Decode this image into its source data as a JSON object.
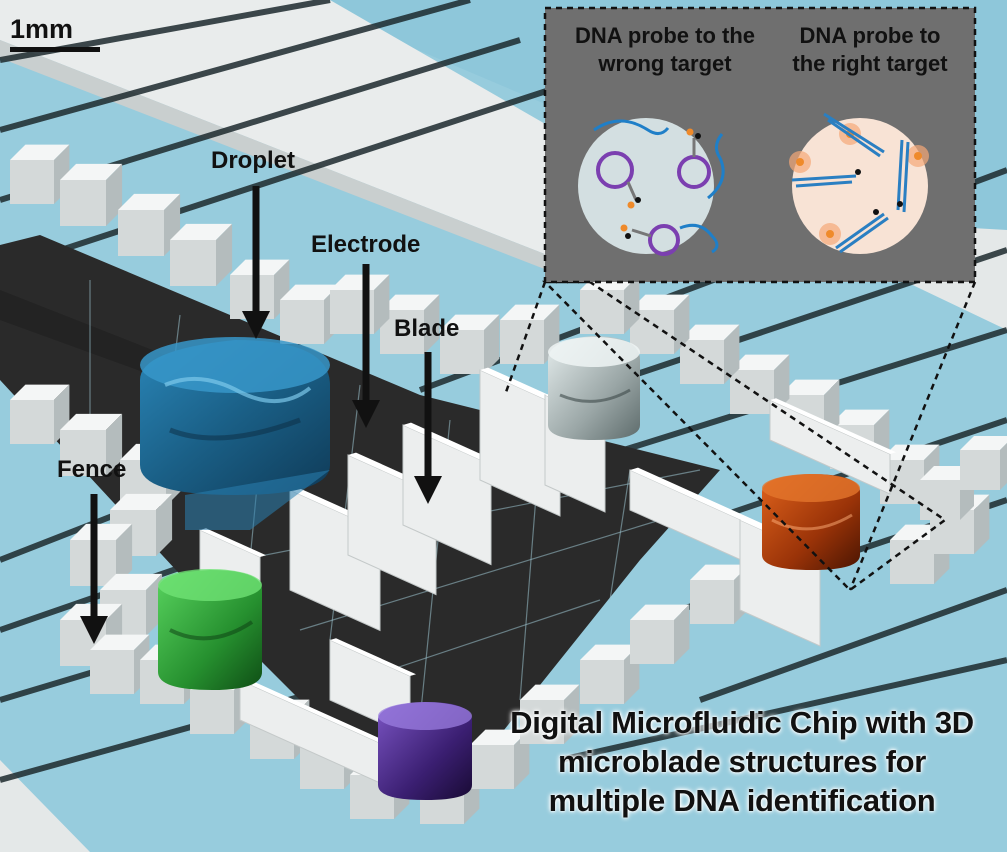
{
  "scale_bar": {
    "label": "1mm"
  },
  "callouts": {
    "droplet": "Droplet",
    "electrode": "Electrode",
    "blade": "Blade",
    "fence": "Fence"
  },
  "inset": {
    "wrong_target_title": "DNA probe to the wrong target",
    "wrong_target_line1": "DNA probe to the",
    "wrong_target_line2": "wrong target",
    "right_target_line1": "DNA probe to",
    "right_target_line2": "the right target"
  },
  "caption": {
    "line1": "Digital Microfluidic Chip with 3D",
    "line2": "microblade structures for",
    "line3": "multiple DNA identification"
  },
  "colors": {
    "substrate": "#8ec7da",
    "electrode": "#2b2b2b",
    "droplet_blue": "#1f6f97",
    "droplet_clear": "#b9c4c4",
    "droplet_orange": "#b8430f",
    "droplet_green": "#2fa53b",
    "droplet_purple": "#4a2a86",
    "inset_panel": "#6f6f6f",
    "probe_purple": "#7b3fb0",
    "probe_blue": "#2a7fc2",
    "fluor_orange": "#ef8a2a"
  }
}
